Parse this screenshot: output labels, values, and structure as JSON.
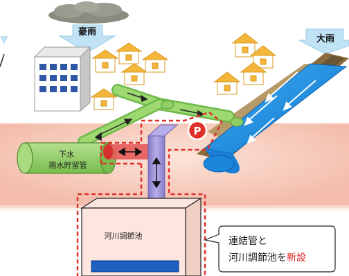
{
  "labels": {
    "heavy_rain_torrential": "豪雨",
    "heavy_rain": "大雨",
    "sewer_line1": "下水",
    "sewer_line2": "雨水貯留管",
    "river_pond": "河川調節池",
    "pump_marker": "P",
    "callout_line1": "連結管と",
    "callout_line2_prefix": "河川調節池を",
    "callout_line2_highlight": "新設"
  },
  "colors": {
    "ground": "#f7cdbf",
    "pipe_green": "#8fcf64",
    "river_blue": "#1f8fe0",
    "red_dashed": "#e0302a",
    "connector_pipe": "#9b8fd0",
    "house_roof": "#f3b63a",
    "building": "#ffffff",
    "pond_fill": "#fde6df"
  },
  "icons": [
    "cloud-icon",
    "down-arrow-icon",
    "house-icon",
    "building-icon",
    "pump-icon",
    "flow-arrow-icon"
  ]
}
